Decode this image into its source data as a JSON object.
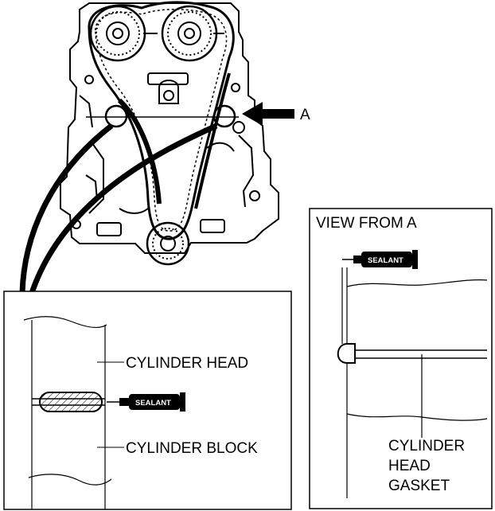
{
  "labels": {
    "arrow_a": "A",
    "view_from_a": "VIEW FROM A",
    "cylinder_head": "CYLINDER HEAD",
    "cylinder_block": "CYLINDER BLOCK",
    "sealant": "SEALANT",
    "gasket_line1": "CYLINDER",
    "gasket_line2": "HEAD",
    "gasket_line3": "GASKET"
  },
  "colors": {
    "line": "#000000",
    "background": "#ffffff"
  }
}
